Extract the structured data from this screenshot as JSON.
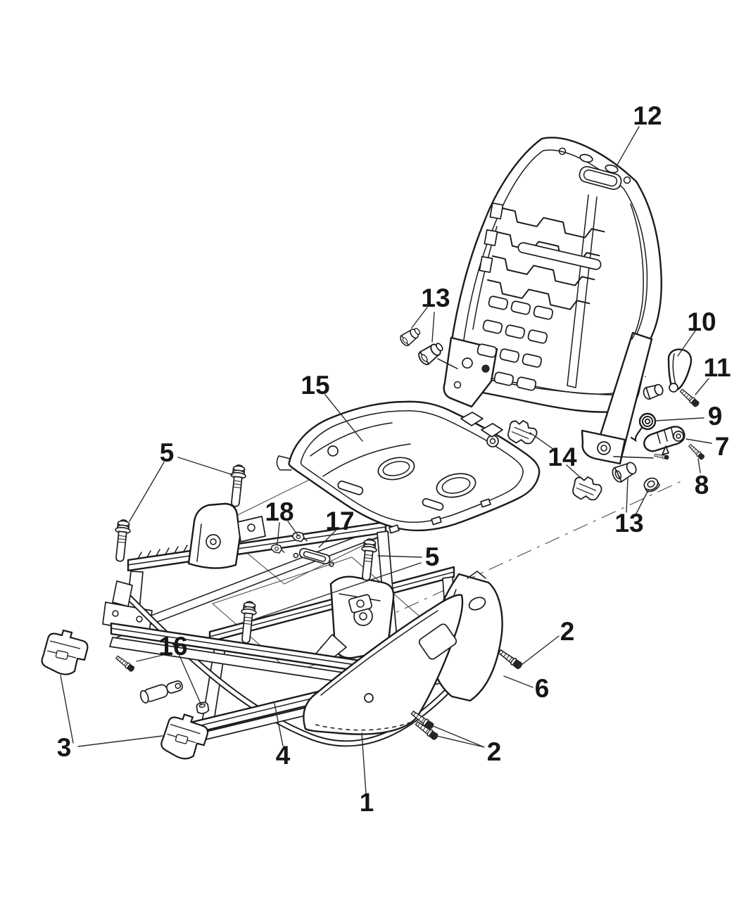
{
  "figure": {
    "type": "exploded-parts-diagram",
    "background_color": "#ffffff",
    "line_color": "#1b1b1b",
    "callouts": {
      "n1": "1",
      "n2_upper": "2",
      "n2_lower": "2",
      "n3": "3",
      "n4": "4",
      "n5_left": "5",
      "n5_right": "5",
      "n6": "6",
      "n7": "7",
      "n8": "8",
      "n9": "9",
      "n10": "10",
      "n11": "11",
      "n12": "12",
      "n13_back": "13",
      "n13_pivot": "13",
      "n14": "14",
      "n15": "15",
      "n16": "16",
      "n17": "17",
      "n18": "18"
    }
  }
}
